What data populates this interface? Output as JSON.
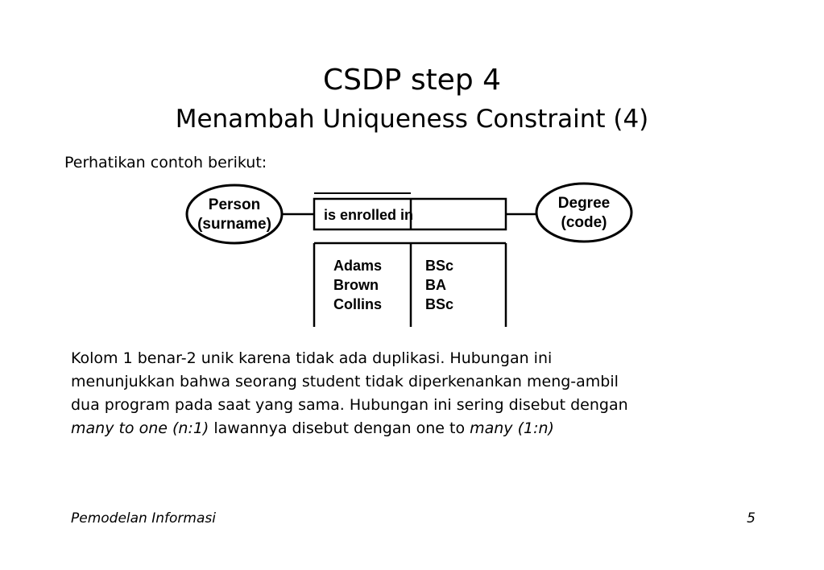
{
  "slide": {
    "title": "CSDP step 4",
    "subtitle": "Menambah Uniqueness Constraint (4)",
    "intro": "Perhatikan contoh berikut:",
    "body": {
      "line1": "Kolom 1 benar-2 unik karena tidak ada duplikasi. Hubungan ini",
      "line2": "menunjukkan bahwa seorang student tidak diperkenankan  meng-ambil",
      "line3": "dua program pada saat yang sama. Hubungan ini sering disebut dengan",
      "line4_italic_a": "many to one (n:1)",
      "line4_plain": " lawannya disebut dengan one to ",
      "line4_italic_b": "many (1:n)"
    },
    "footer": {
      "left": "Pemodelan Informasi",
      "page": "5"
    }
  },
  "diagram": {
    "entity_left": {
      "name": "Person",
      "ref": "(surname)"
    },
    "entity_right": {
      "name": "Degree",
      "ref": "(code)"
    },
    "fact": {
      "label": "is enrolled in"
    },
    "population": [
      {
        "col1": "Adams",
        "col2": "BSc"
      },
      {
        "col1": "Brown",
        "col2": "BA"
      },
      {
        "col1": "Collins",
        "col2": "BSc"
      }
    ]
  }
}
